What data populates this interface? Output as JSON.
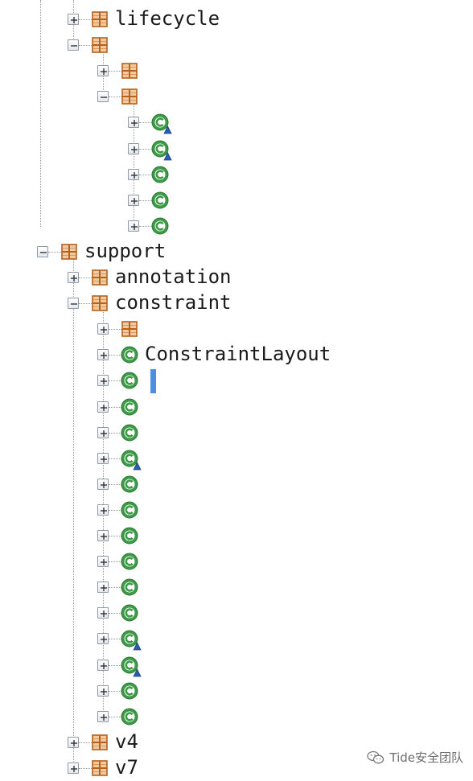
{
  "tree": {
    "nodes": [
      {
        "level": 2,
        "toggle": "plus",
        "icon": "package-icon",
        "label": "lifecycle"
      },
      {
        "level": 2,
        "toggle": "minus",
        "icon": "package-icon",
        "label": ""
      },
      {
        "level": 3,
        "toggle": "plus",
        "icon": "package-icon",
        "label": ""
      },
      {
        "level": 3,
        "toggle": "minus",
        "icon": "package-icon",
        "label": ""
      },
      {
        "level": 4,
        "toggle": "plus",
        "icon": "abstract-class-icon",
        "label": ""
      },
      {
        "level": 4,
        "toggle": "plus",
        "icon": "abstract-class-icon",
        "label": ""
      },
      {
        "level": 4,
        "toggle": "plus",
        "icon": "class-icon",
        "label": ""
      },
      {
        "level": 4,
        "toggle": "plus",
        "icon": "class-icon",
        "label": ""
      },
      {
        "level": 4,
        "toggle": "plus",
        "icon": "class-icon",
        "label": ""
      },
      {
        "level": 1,
        "toggle": "minus",
        "icon": "package-icon",
        "label": "support"
      },
      {
        "level": 2,
        "toggle": "plus",
        "icon": "package-icon",
        "label": "annotation"
      },
      {
        "level": 2,
        "toggle": "minus",
        "icon": "package-icon",
        "label": "constraint"
      },
      {
        "level": 3,
        "toggle": "plus",
        "icon": "package-icon",
        "label": ""
      },
      {
        "level": 3,
        "toggle": "plus",
        "icon": "class-icon",
        "label": "ConstraintLayout"
      },
      {
        "level": 3,
        "toggle": "plus",
        "icon": "class-icon",
        "label": "",
        "caret": true
      },
      {
        "level": 3,
        "toggle": "plus",
        "icon": "class-icon",
        "label": ""
      },
      {
        "level": 3,
        "toggle": "plus",
        "icon": "class-icon",
        "label": ""
      },
      {
        "level": 3,
        "toggle": "plus",
        "icon": "abstract-class-icon",
        "label": ""
      },
      {
        "level": 3,
        "toggle": "plus",
        "icon": "class-icon",
        "label": ""
      },
      {
        "level": 3,
        "toggle": "plus",
        "icon": "class-icon",
        "label": ""
      },
      {
        "level": 3,
        "toggle": "plus",
        "icon": "class-icon",
        "label": ""
      },
      {
        "level": 3,
        "toggle": "plus",
        "icon": "class-icon",
        "label": ""
      },
      {
        "level": 3,
        "toggle": "plus",
        "icon": "class-icon",
        "label": ""
      },
      {
        "level": 3,
        "toggle": "plus",
        "icon": "class-icon",
        "label": ""
      },
      {
        "level": 3,
        "toggle": "plus",
        "icon": "abstract-class-icon",
        "label": ""
      },
      {
        "level": 3,
        "toggle": "plus",
        "icon": "abstract-class-icon",
        "label": ""
      },
      {
        "level": 3,
        "toggle": "plus",
        "icon": "class-icon",
        "label": ""
      },
      {
        "level": 3,
        "toggle": "plus",
        "icon": "class-icon",
        "label": ""
      },
      {
        "level": 2,
        "toggle": "plus",
        "icon": "package-icon",
        "label": "v4"
      },
      {
        "level": 2,
        "toggle": "plus",
        "icon": "package-icon",
        "label": "v7"
      }
    ]
  },
  "watermark": {
    "text": "Tide安全团队",
    "icon": "wechat-icon"
  },
  "colors": {
    "package": "#b4621e",
    "class_green": "#3d9a46",
    "abstract_blue": "#2a5db0",
    "caret": "#4a90e2"
  }
}
